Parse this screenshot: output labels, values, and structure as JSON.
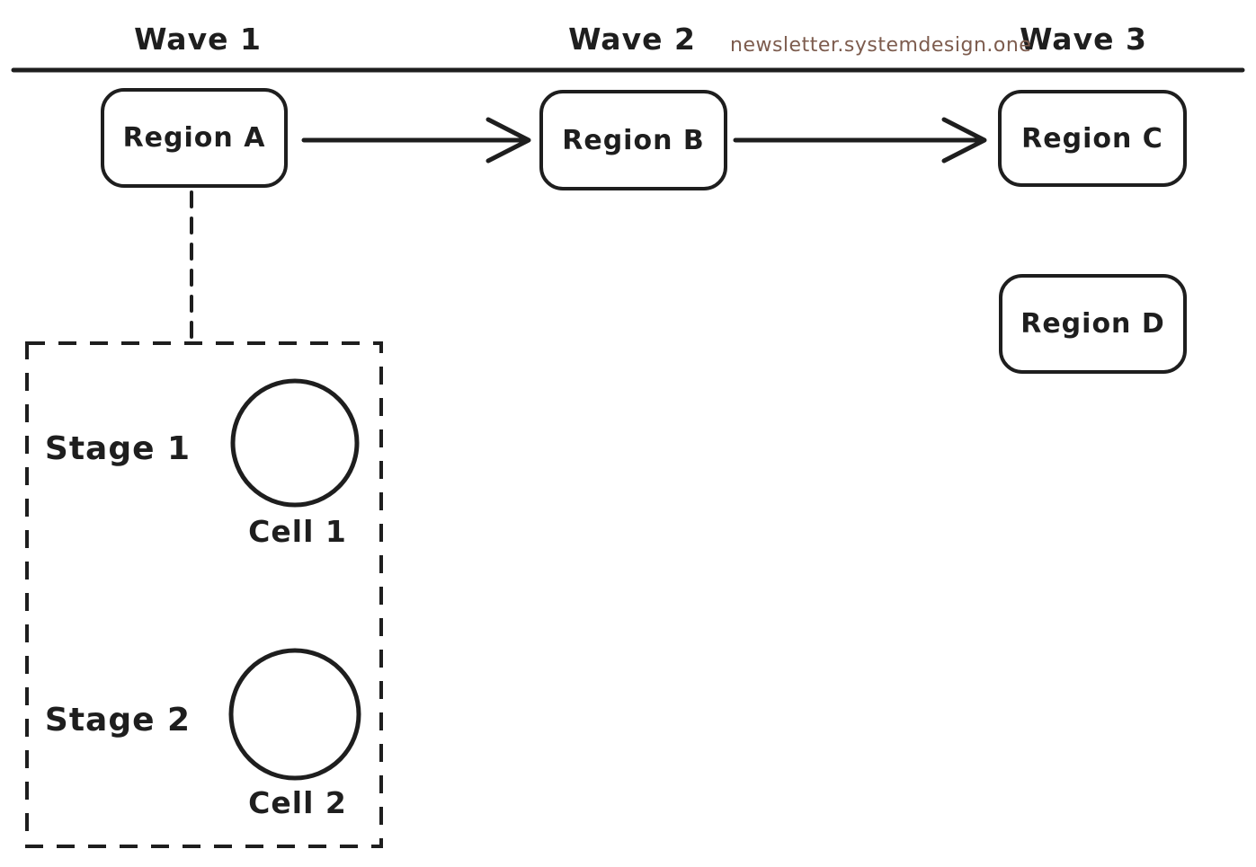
{
  "watermark": "newsletter.systemdesign.one",
  "waves": [
    {
      "label": "Wave 1"
    },
    {
      "label": "Wave 2"
    },
    {
      "label": "Wave 3"
    }
  ],
  "regions": [
    {
      "label": "Region A",
      "wave": "Wave 1"
    },
    {
      "label": "Region B",
      "wave": "Wave 2"
    },
    {
      "label": "Region C",
      "wave": "Wave 3"
    },
    {
      "label": "Region D",
      "wave": "Wave 3"
    }
  ],
  "stages": [
    {
      "label": "Stage 1",
      "cell_label": "Cell 1"
    },
    {
      "label": "Stage 2",
      "cell_label": "Cell 2"
    }
  ],
  "connections": [
    {
      "from": "Region A",
      "to": "Region B",
      "style": "arrow"
    },
    {
      "from": "Region B",
      "to": "Region C",
      "style": "arrow"
    },
    {
      "from": "Region A",
      "to": "Stage group",
      "style": "dashed"
    }
  ],
  "colors": {
    "stroke": "#1e1e1e",
    "watermark": "#7d5c4e",
    "background": "#ffffff"
  }
}
